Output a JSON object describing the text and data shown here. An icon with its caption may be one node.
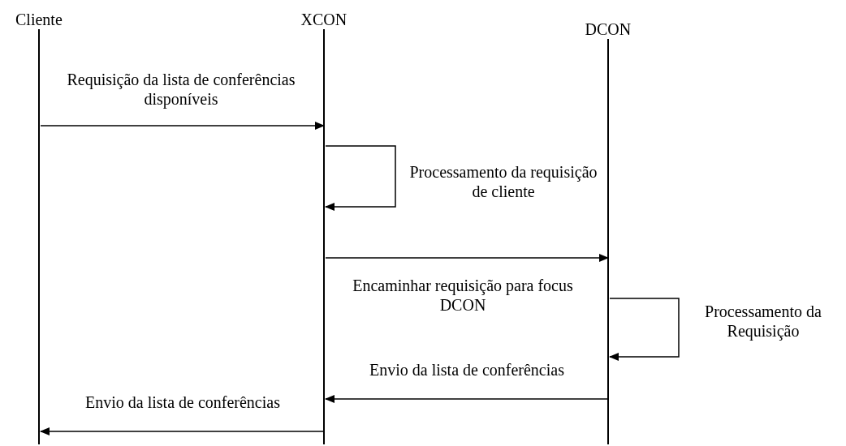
{
  "diagram": {
    "nodes": [
      {
        "text": [
          "Cliente"
        ]
      },
      {
        "text": [
          "XCON"
        ]
      },
      {
        "text": [
          "DCON"
        ]
      }
    ],
    "edges": [
      {
        "from": 0,
        "to": 1,
        "arrow": "to",
        "label": "Requisição da lista de conferências disponíveis"
      },
      {
        "from": 1,
        "to": 1,
        "arrow": "to",
        "label": "Processamento da requisição de cliente"
      },
      {
        "from": 1,
        "to": 2,
        "arrow": "to",
        "label": "Encaminhar requisição para focus DCON"
      },
      {
        "from": 2,
        "to": 2,
        "arrow": "to",
        "label": "Processamento da Requisição"
      },
      {
        "from": 2,
        "to": 1,
        "arrow": "to",
        "label": "Envio da lista de conferências"
      },
      {
        "from": 1,
        "to": 0,
        "arrow": "to",
        "label": "Envio da lista de conferências"
      }
    ]
  }
}
